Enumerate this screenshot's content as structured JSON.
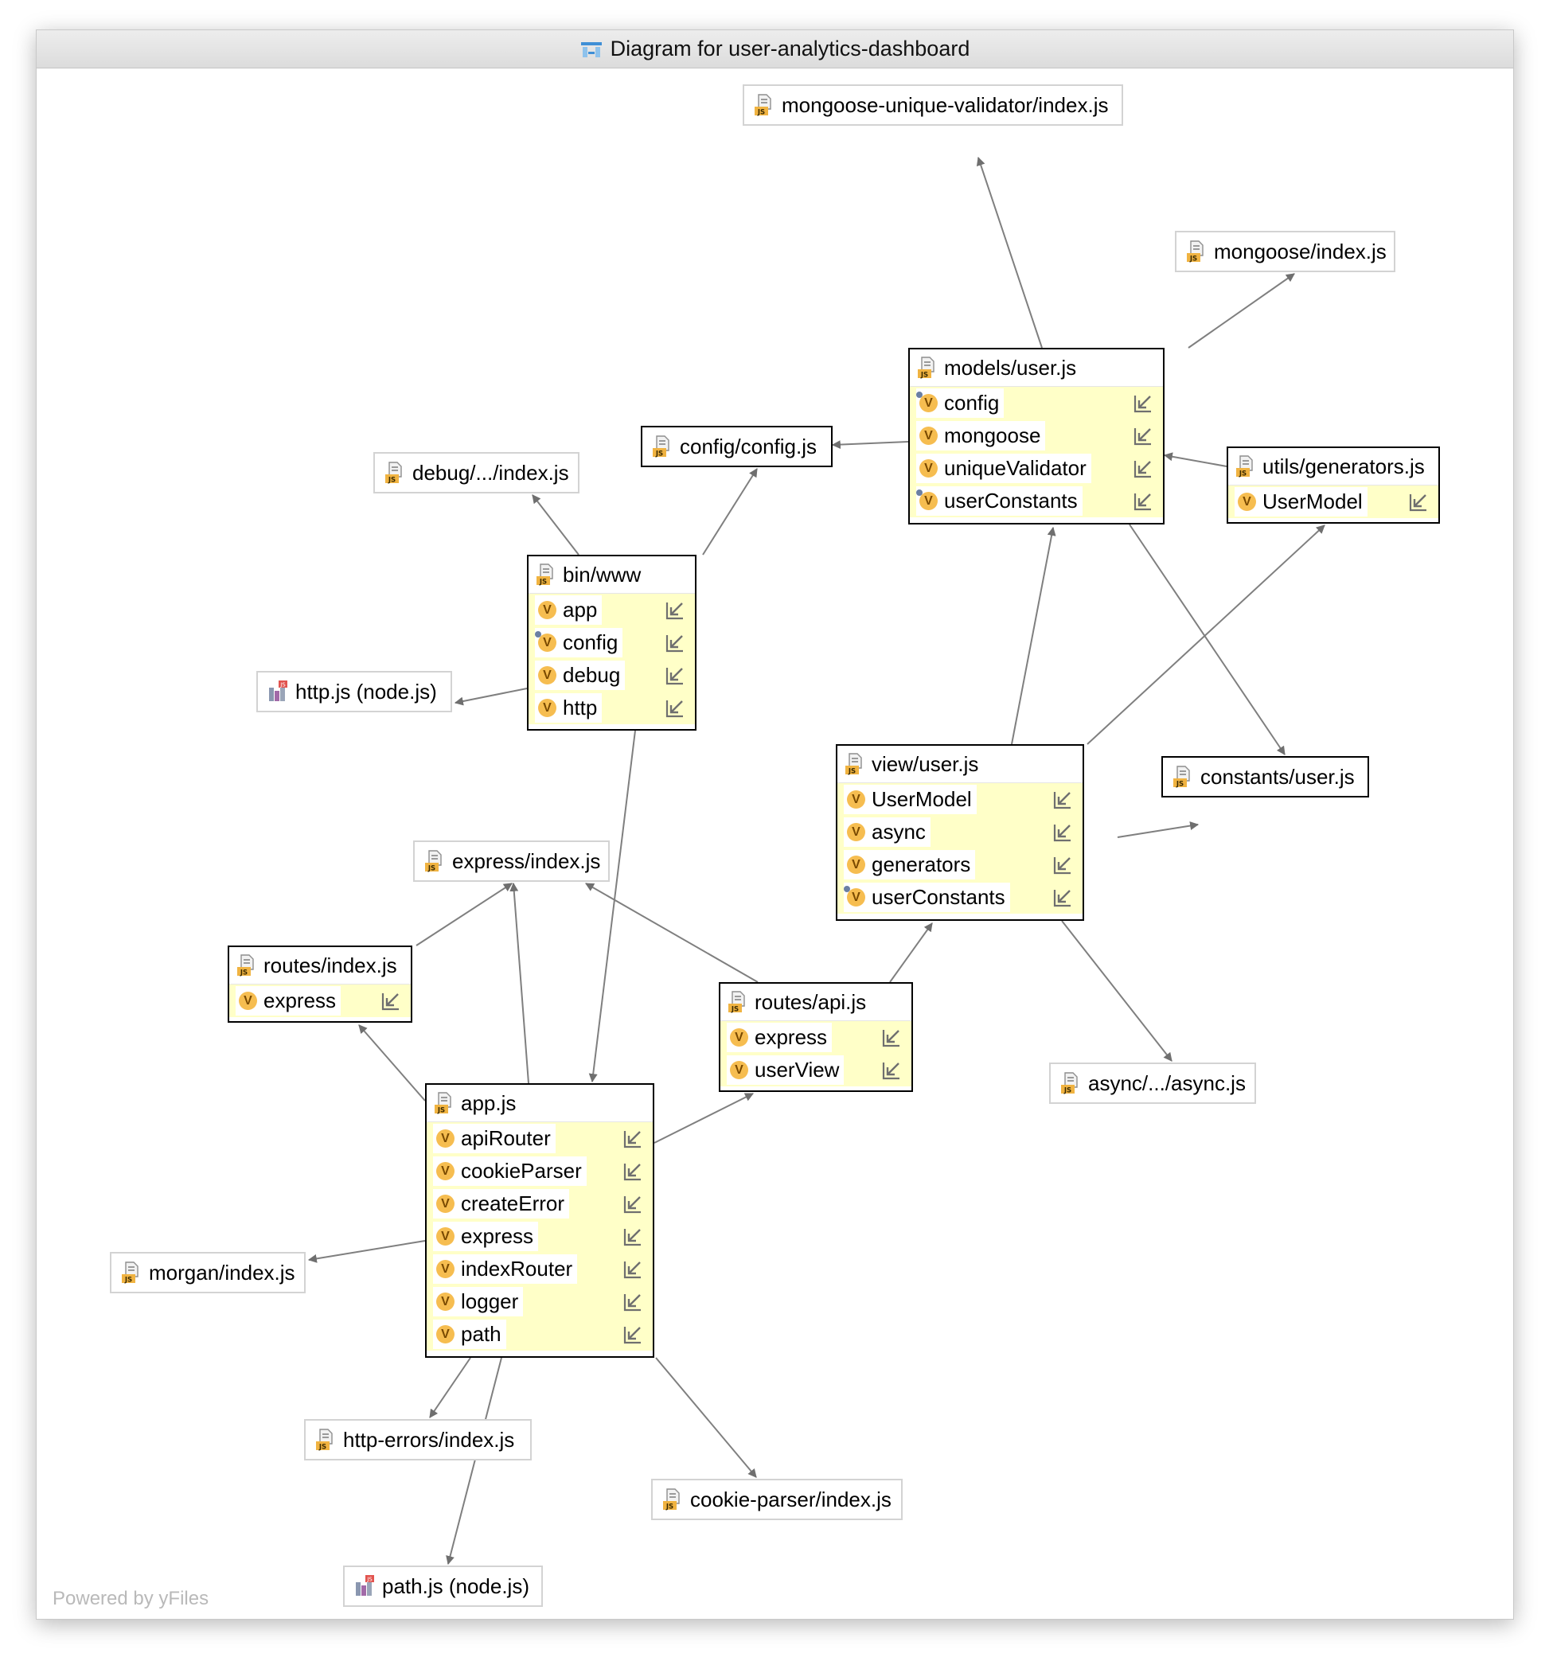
{
  "window": {
    "title": "Diagram for user-analytics-dashboard"
  },
  "footer": {
    "powered": "Powered by yFiles"
  },
  "colors": {
    "field_bg": "#ffffc8",
    "badge": "#f6bd50",
    "edge": "#7f7f7f",
    "module_border": "#000000",
    "simple_border": "#d3d3d3"
  },
  "icons": {
    "file": "js-file-icon",
    "node_builtin": "node-builtin-icon",
    "field": "variable-v-icon",
    "navigate": "arrow-in-icon",
    "diagram": "diagram-icon"
  },
  "nodes": {
    "mongoose_unique_validator": {
      "label": "mongoose-unique-validator/index.js"
    },
    "mongoose": {
      "label": "mongoose/index.js"
    },
    "models_user": {
      "label": "models/user.js",
      "fields": [
        "config",
        "mongoose",
        "uniqueValidator",
        "userConstants"
      ]
    },
    "config_config": {
      "label": "config/config.js"
    },
    "debug": {
      "label": "debug/.../index.js"
    },
    "utils_generators": {
      "label": "utils/generators.js",
      "fields": [
        "UserModel"
      ]
    },
    "bin_www": {
      "label": "bin/www",
      "fields": [
        "app",
        "config",
        "debug",
        "http"
      ]
    },
    "http_node": {
      "label": "http.js (node.js)"
    },
    "view_user": {
      "label": "view/user.js",
      "fields": [
        "UserModel",
        "async",
        "generators",
        "userConstants"
      ]
    },
    "constants_user": {
      "label": "constants/user.js"
    },
    "express_index": {
      "label": "express/index.js"
    },
    "routes_index": {
      "label": "routes/index.js",
      "fields": [
        "express"
      ]
    },
    "routes_api": {
      "label": "routes/api.js",
      "fields": [
        "express",
        "userView"
      ]
    },
    "async": {
      "label": "async/.../async.js"
    },
    "app": {
      "label": "app.js",
      "fields": [
        "apiRouter",
        "cookieParser",
        "createError",
        "express",
        "indexRouter",
        "logger",
        "path"
      ]
    },
    "morgan": {
      "label": "morgan/index.js"
    },
    "http_errors": {
      "label": "http-errors/index.js"
    },
    "cookie_parser": {
      "label": "cookie-parser/index.js"
    },
    "path_node": {
      "label": "path.js (node.js)"
    }
  }
}
